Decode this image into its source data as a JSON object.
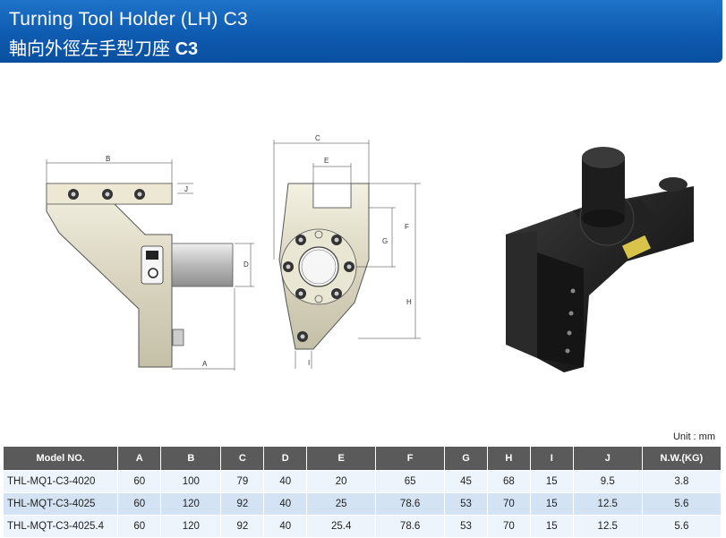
{
  "header": {
    "title_en": "Turning Tool Holder (LH) C3",
    "title_zh": "軸向外徑左手型刀座",
    "title_code": "C3"
  },
  "drawing": {
    "labels": [
      "B",
      "J",
      "D",
      "A",
      "C",
      "E",
      "G",
      "F",
      "H",
      "I"
    ]
  },
  "unit_label": "Unit : mm",
  "table": {
    "headers": [
      "Model NO.",
      "A",
      "B",
      "C",
      "D",
      "E",
      "F",
      "G",
      "H",
      "I",
      "J",
      "N.W.(KG)"
    ],
    "rows": [
      [
        "THL-MQ1-C3-4020",
        "60",
        "100",
        "79",
        "40",
        "20",
        "65",
        "45",
        "68",
        "15",
        "9.5",
        "3.8"
      ],
      [
        "THL-MQT-C3-4025",
        "60",
        "120",
        "92",
        "40",
        "25",
        "78.6",
        "53",
        "70",
        "15",
        "12.5",
        "5.6"
      ],
      [
        "THL-MQT-C3-4025.4",
        "60",
        "120",
        "92",
        "40",
        "25.4",
        "78.6",
        "53",
        "70",
        "15",
        "12.5",
        "5.6"
      ]
    ]
  }
}
